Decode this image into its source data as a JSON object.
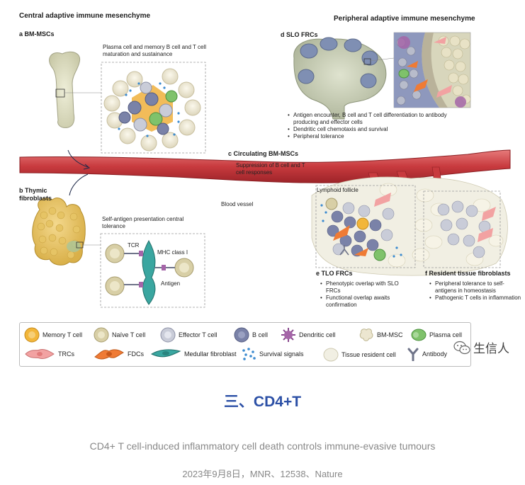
{
  "figure": {
    "central_heading": "Central adaptive immune mesenchyme",
    "peripheral_heading": "Peripheral adaptive immune mesenchyme",
    "panel_a": {
      "letter": "a",
      "title": "BM-MSCs",
      "callout": "Plasma cell and memory B cell and T cell maturation and sustainance"
    },
    "panel_b": {
      "letter": "b",
      "title": "Thymic fibroblasts",
      "callout": "Self-antigen presentation central tolerance",
      "tcr_label": "TCR",
      "mhc_label": "MHC class I",
      "antigen_label": "Antigen"
    },
    "panel_c": {
      "letter": "c",
      "title": "Circulating BM-MSCs",
      "description": "Suppression of B cell and T cell responses",
      "vessel_label": "Blood vessel"
    },
    "panel_d": {
      "letter": "d",
      "title": "SLO FRCs",
      "bullets": [
        "Antigen encounter, B cell and T cell differentiation to antibody producing and effector cells",
        "Dendritic cell chemotaxis and survival",
        "Peripheral tolerance"
      ]
    },
    "panel_e": {
      "letter": "e",
      "title": "TLO FRCs",
      "follicle_label": "Lymphoid follicle",
      "bullets": [
        "Phenotypic overlap with SLO FRCs",
        "Functional overlap awaits confirmation"
      ]
    },
    "panel_f": {
      "letter": "f",
      "title": "Resident tissue fibroblasts",
      "bullets": [
        "Peripheral tolerance to self-antigens in homeostasis",
        "Pathogenic T cells in inflammation"
      ]
    },
    "legend": [
      {
        "label": "Memory T cell",
        "icon": "memory-t-cell-icon",
        "color": "#f2b63a"
      },
      {
        "label": "Naïve T cell",
        "icon": "naive-t-cell-icon",
        "color": "#d8cfa6"
      },
      {
        "label": "Effector T cell",
        "icon": "effector-t-cell-icon",
        "color": "#c9ccd8"
      },
      {
        "label": "B cell",
        "icon": "b-cell-icon",
        "color": "#7a82a8"
      },
      {
        "label": "Dendritic cell",
        "icon": "dendritic-cell-icon",
        "color": "#a565a8"
      },
      {
        "label": "BM-MSC",
        "icon": "bm-msc-icon",
        "color": "#ece6d0"
      },
      {
        "label": "Plasma cell",
        "icon": "plasma-cell-icon",
        "color": "#7fc26b"
      },
      {
        "label": "TRCs",
        "icon": "trc-icon",
        "color": "#f2a2a2"
      },
      {
        "label": "FDCs",
        "icon": "fdc-icon",
        "color": "#ef7b35"
      },
      {
        "label": "Medullar fibroblast",
        "icon": "medullar-fibroblast-icon",
        "color": "#3aa6a0"
      },
      {
        "label": "Survival signals",
        "icon": "survival-signals-icon",
        "color": "#3c8bd0"
      },
      {
        "label": "Tissue resident cell",
        "icon": "tissue-resident-cell-icon",
        "color": "#f1efe3"
      },
      {
        "label": "Antibody",
        "icon": "antibody-icon",
        "color": "#6f7489"
      }
    ]
  },
  "watermark": {
    "text": "生信人",
    "icon": "wechat-icon"
  },
  "section_title": "三、CD4+T",
  "caption": {
    "title": "CD4+ T cell-induced inflammatory cell death controls immune-evasive tumours",
    "meta": "2023年9月8日，MNR、12538、Nature"
  }
}
